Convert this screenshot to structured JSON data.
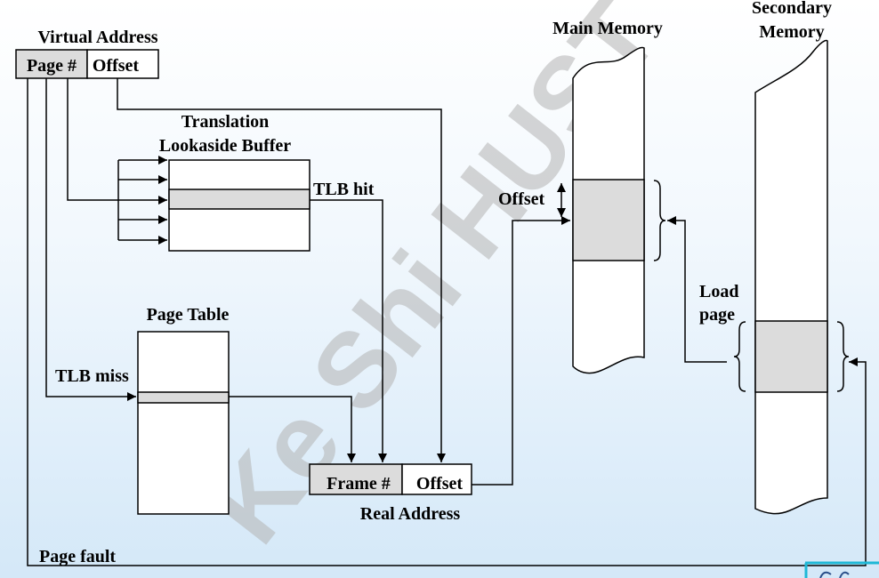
{
  "virtual_address": {
    "title": "Virtual Address",
    "page_field": "Page #",
    "offset_field": "Offset"
  },
  "tlb": {
    "title_line1": "Translation",
    "title_line2": "Lookaside Buffer",
    "hit_label": "TLB hit"
  },
  "page_table": {
    "title": "Page Table",
    "miss_label": "TLB miss"
  },
  "real_address": {
    "title": "Real Address",
    "frame_field": "Frame #",
    "offset_field": "Offset"
  },
  "main_memory": {
    "title": "Main Memory",
    "offset_label": "Offset"
  },
  "secondary_memory": {
    "title_line1": "Secondary",
    "title_line2": "Memory"
  },
  "load_page": {
    "line1": "Load",
    "line2": "page"
  },
  "page_fault_label": "Page fault",
  "watermark": "Ke Shi  HUST",
  "colors": {
    "shaded_entry": "#dcdcdc",
    "background_bottom": "#d4e8f8",
    "corner_accent": "#1fb8d6"
  }
}
